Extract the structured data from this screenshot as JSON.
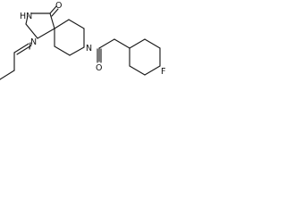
{
  "molecule": {
    "atom_labels": {
      "nh": "HN",
      "carbonyl_o1": "O",
      "n1": "N",
      "n8": "N",
      "carbonyl_o2": "O",
      "fluorine": "F"
    },
    "bond_color": "#1a1a1a",
    "label_color": "#111111"
  }
}
